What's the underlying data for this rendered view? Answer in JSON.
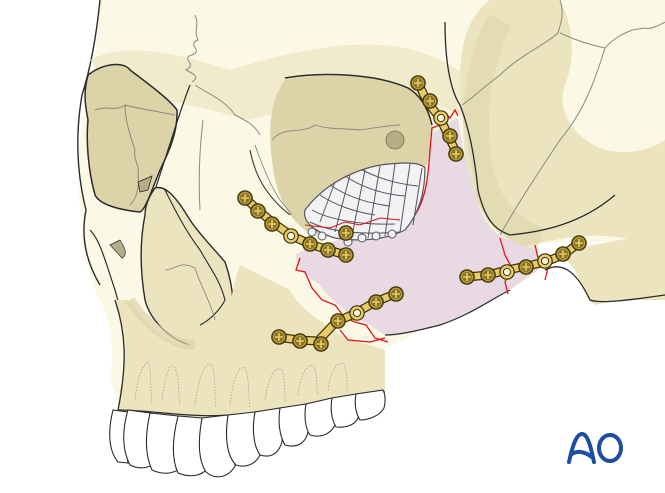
{
  "figure": {
    "subject": "Skull, oblique frontal view — zygomaticomaxillary complex fracture fixation",
    "colors": {
      "background": "#ffffff",
      "bone_light": "#fbf8e6",
      "bone_mid": "#ece4bf",
      "bone_shadow": "#ddd3a8",
      "bone_deep": "#cfc49a",
      "outline": "#2b2b2b",
      "suture": "#8a8a80",
      "fracture_fragment": "#e8d9e2",
      "fracture_line": "#e3121a",
      "plate_gold": "#e6cd6a",
      "plate_edge": "#5a4a12",
      "screw": "#8a7424",
      "mesh": "#f2f2f4",
      "mesh_edge": "#55565c",
      "teeth": "#ffffff",
      "logo_blue": "#1d4ea1"
    },
    "plates": [
      {
        "name": "frontozygomatic-plate",
        "holes": 5
      },
      {
        "name": "infraorbital-rim-plate",
        "holes": 7
      },
      {
        "name": "zygomaticomaxillary-buttress-plate",
        "holes": 6
      },
      {
        "name": "zygomatic-arch-plate",
        "holes": 7
      }
    ],
    "implants": [
      "orbital-floor-mesh"
    ]
  },
  "logo": {
    "text": "AO",
    "color": "#1d4ea1"
  }
}
